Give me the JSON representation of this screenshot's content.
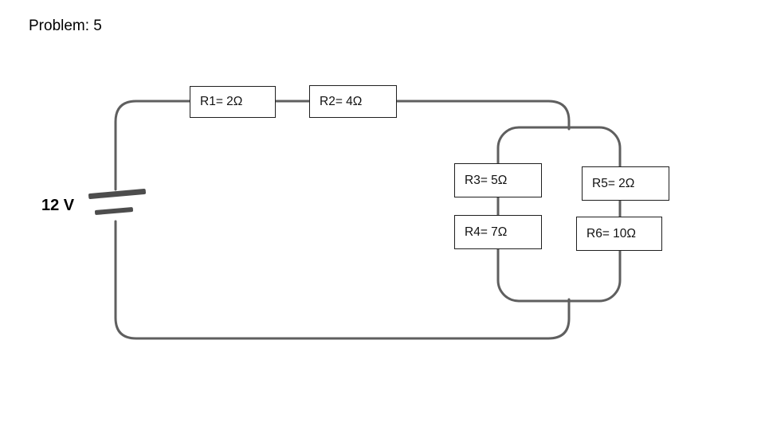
{
  "title": "Problem: 5",
  "battery": {
    "label": "12 V",
    "voltage_volts": 12
  },
  "resistors": [
    {
      "id": "R1",
      "label": "R1= 2Ω"
    },
    {
      "id": "R2",
      "label": "R2= 4Ω"
    },
    {
      "id": "R3",
      "label": "R3= 5Ω"
    },
    {
      "id": "R4",
      "label": "R4= 7Ω"
    },
    {
      "id": "R5",
      "label": "R5= 2Ω"
    },
    {
      "id": "R6",
      "label": "R6= 10Ω"
    }
  ],
  "colors": {
    "wire": "#5f5f5f",
    "resistor_border": "#1f1f1f",
    "battery_plate": "#4d4d4d",
    "background": "#ffffff"
  }
}
